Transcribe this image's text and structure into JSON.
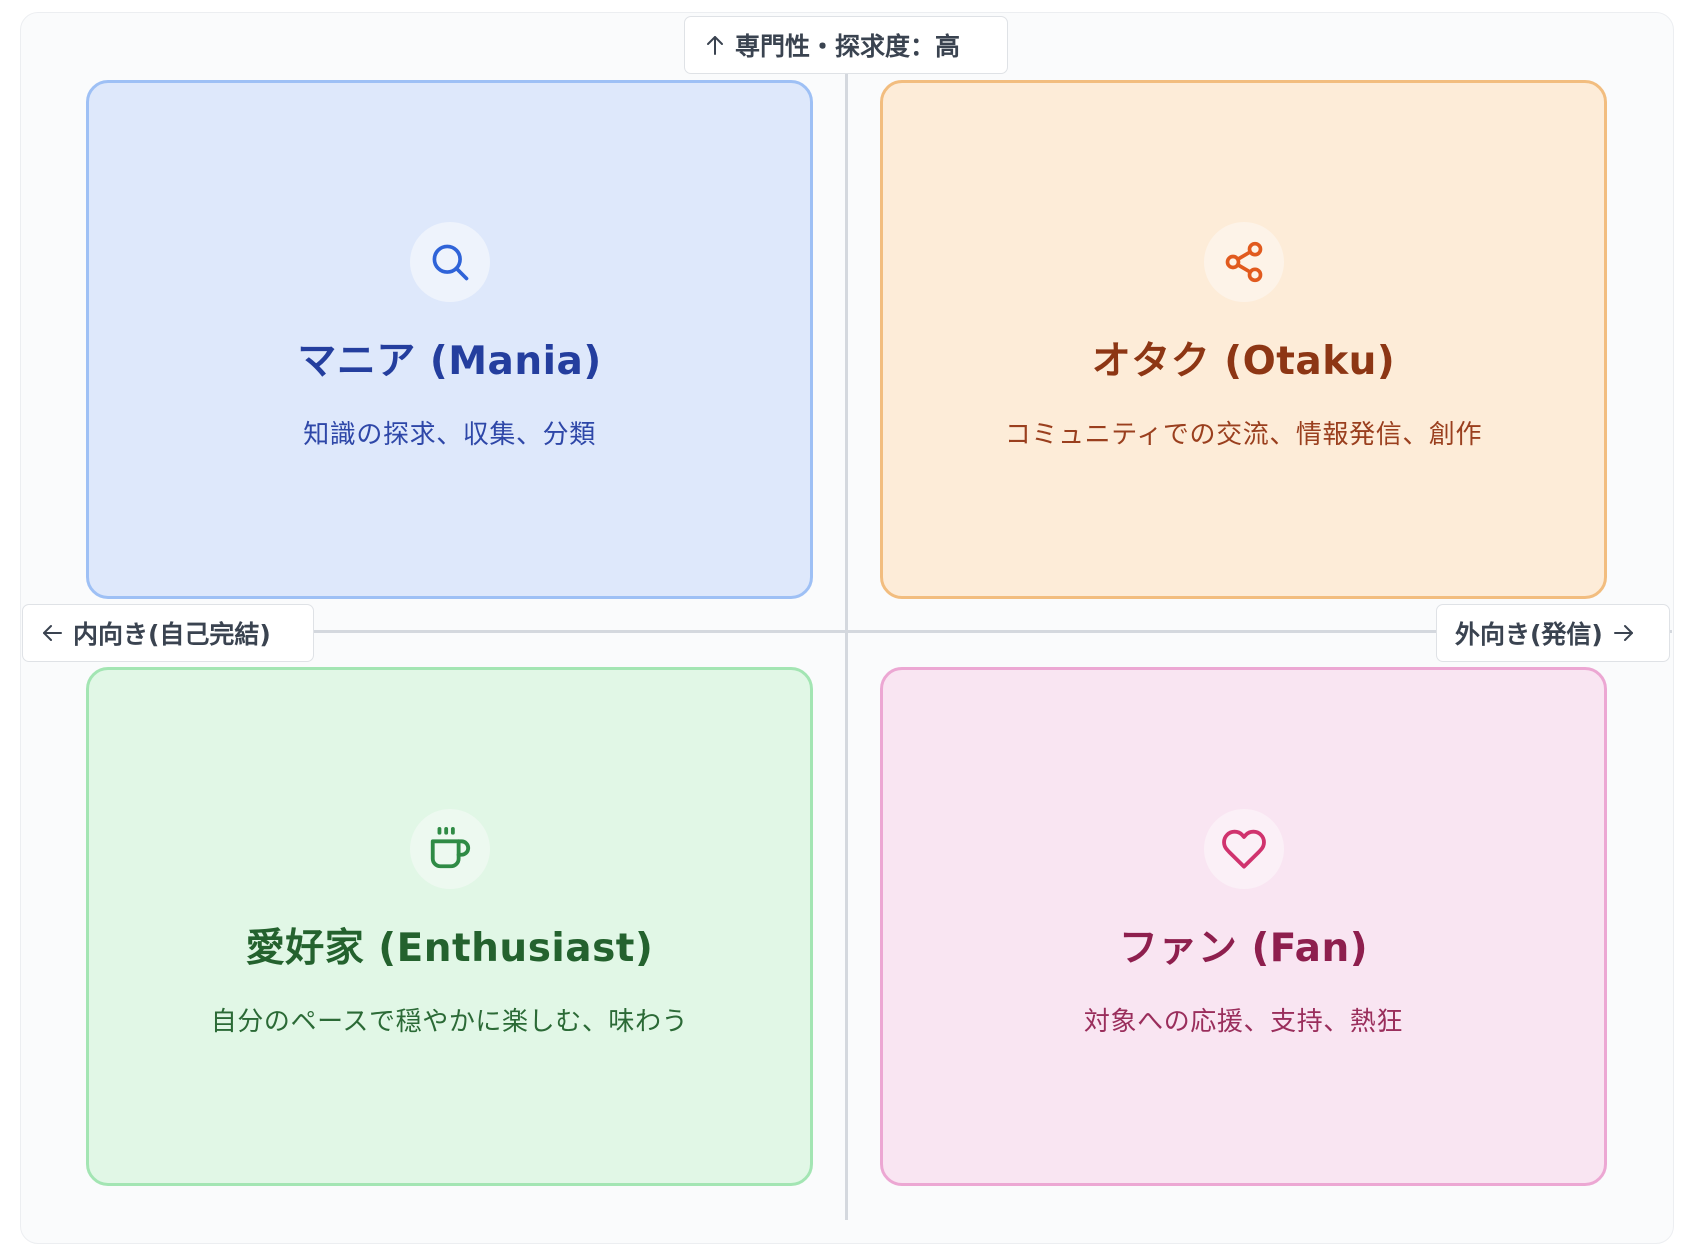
{
  "axes": {
    "top_label": "専門性・探求度：高",
    "left_label": "内向き(自己完結)",
    "right_label": "外向き(発信)"
  },
  "quadrants": [
    {
      "title": "マニア (Mania)",
      "subtitle": "知識の探求、収集、分類",
      "icon": "search-icon",
      "color": "#2563eb"
    },
    {
      "title": "オタク (Otaku)",
      "subtitle": "コミュニティでの交流、情報発信、創作",
      "icon": "share-icon",
      "color": "#ea580c"
    },
    {
      "title": "愛好家 (Enthusiast)",
      "subtitle": "自分のペースで穏やかに楽しむ、味わう",
      "icon": "coffee-cup-icon",
      "color": "#16a34a"
    },
    {
      "title": "ファン (Fan)",
      "subtitle": "対象への応援、支持、熱狂",
      "icon": "heart-icon",
      "color": "#db2777"
    }
  ]
}
